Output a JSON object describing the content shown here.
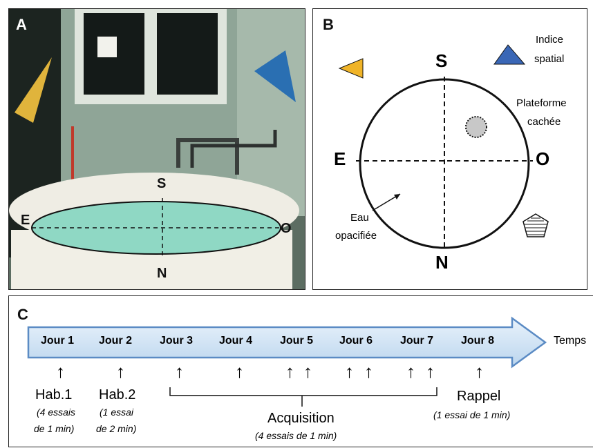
{
  "panel_a": {
    "label": "A",
    "dir_s": "S",
    "dir_e": "E",
    "dir_o": "O",
    "dir_n": "N",
    "colors": {
      "water": "#8fd8c4",
      "wall": "#9fb3a6",
      "tank": "#f4f2ea",
      "blue_cue": "#2a6fb2",
      "yellow_cue": "#e0b43c"
    }
  },
  "panel_b": {
    "label": "B",
    "dir_s": "S",
    "dir_e": "E",
    "dir_o": "O",
    "dir_n": "N",
    "cue_label_line1": "Indice",
    "cue_label_line2": "spatial",
    "platform_line1": "Plateforme",
    "platform_line2": "cachée",
    "water_line1": "Eau",
    "water_line2": "opacifiée",
    "colors": {
      "blue_triangle": "#3a67b6",
      "yellow_triangle": "#f0b428",
      "platform": "#c8c8c8"
    }
  },
  "panel_c": {
    "label": "C",
    "time_label": "Temps",
    "days": [
      "Jour 1",
      "Jour 2",
      "Jour 3",
      "Jour 4",
      "Jour 5",
      "Jour 6",
      "Jour 7",
      "Jour 8"
    ],
    "hab1": "Hab.1",
    "hab1_note1": "(4 essais",
    "hab1_note2": "de 1 min)",
    "hab2": "Hab.2",
    "hab2_note1": "(1 essai",
    "hab2_note2": "de 2 min)",
    "acquisition": "Acquisition",
    "acquisition_note": "(4 essais de 1 min)",
    "rappel": "Rappel",
    "rappel_note": "(1 essai de 1 min)",
    "arrow_symbol": "↑",
    "colors": {
      "arrow_fill_top": "#e8f2fb",
      "arrow_fill_bottom": "#bcd6ee",
      "arrow_stroke": "#5b8bc4"
    }
  }
}
